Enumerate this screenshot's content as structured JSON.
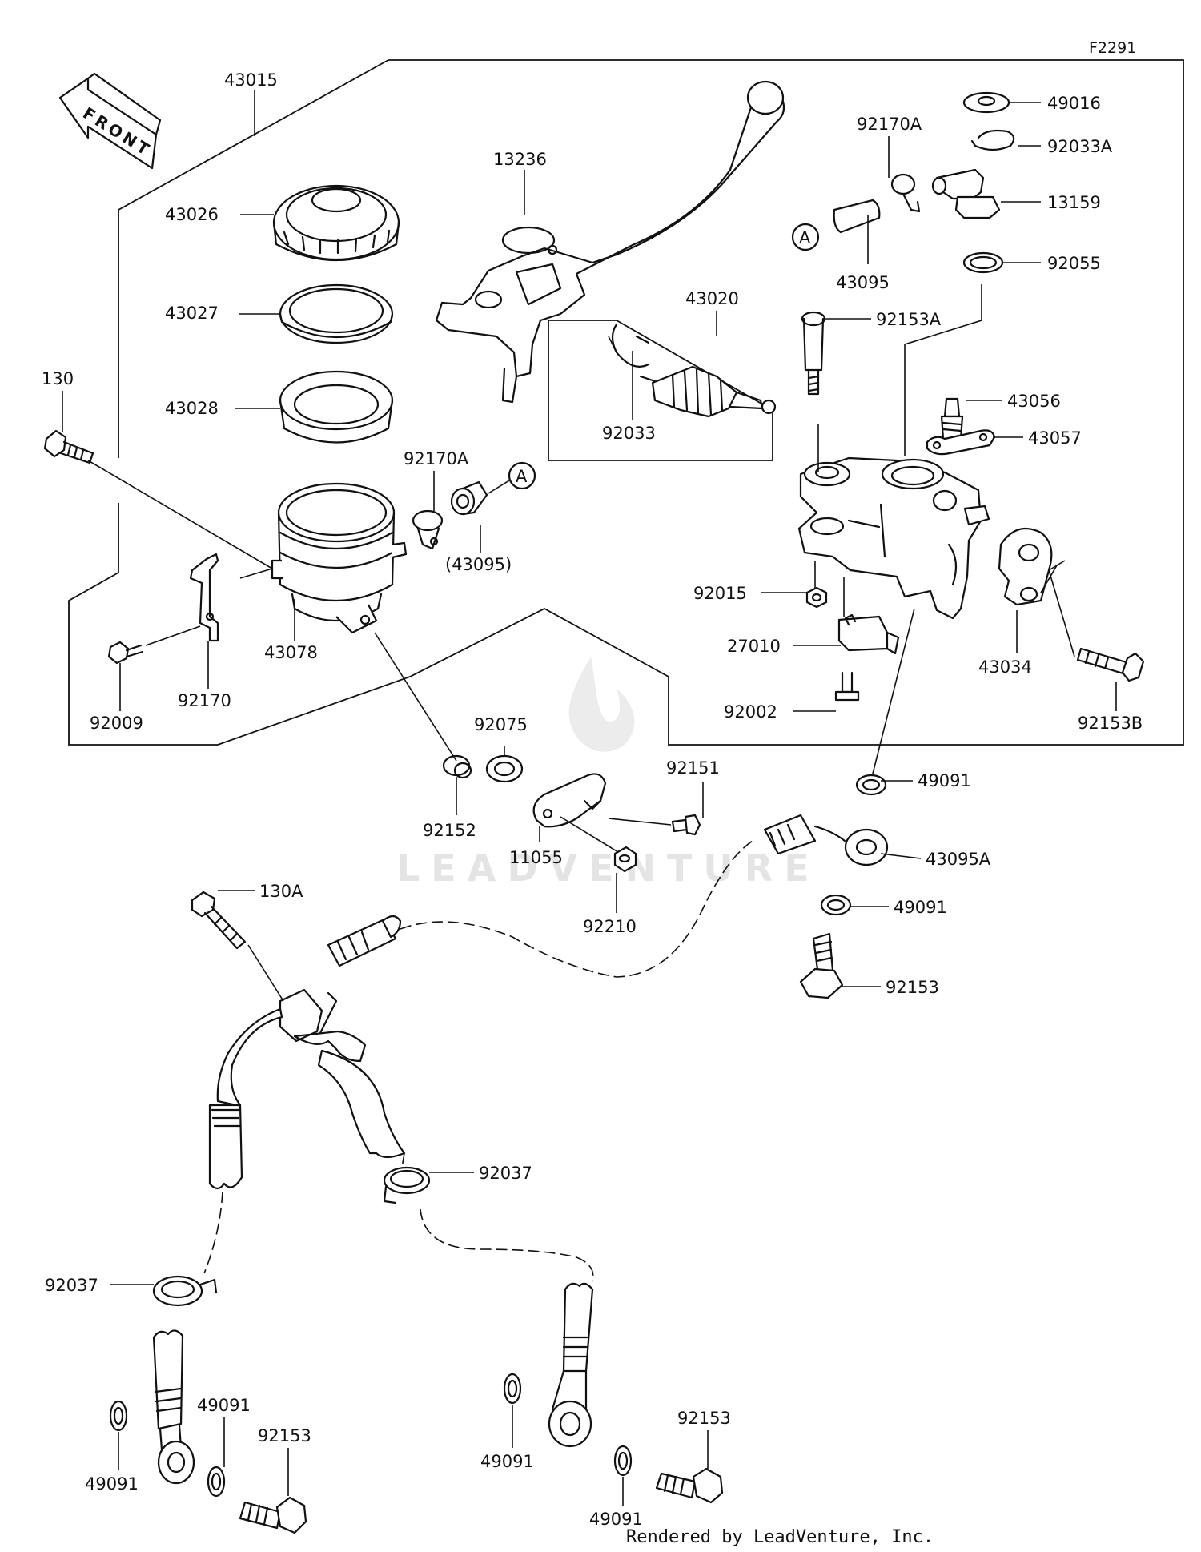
{
  "figure_code": "F2291",
  "front_marker": "FRONT",
  "callout_letter": "A",
  "watermark": "LEADVENTURE",
  "footer": "Rendered by LeadVenture, Inc.",
  "labels": {
    "p43015": "43015",
    "p43026": "43026",
    "p43027": "43027",
    "p43028": "43028",
    "p130": "130",
    "p92170A_left": "92170A",
    "p43095_paren": "(43095)",
    "p43078": "43078",
    "p92009": "92009",
    "p92170": "92170",
    "p13236": "13236",
    "p43020": "43020",
    "p92033": "92033",
    "p92170A_right": "92170A",
    "p43095": "43095",
    "p49016": "49016",
    "p92033A": "92033A",
    "p13159": "13159",
    "p92055": "92055",
    "p92153A": "92153A",
    "p43056": "43056",
    "p43057": "43057",
    "p92015": "92015",
    "p27010": "27010",
    "p92002": "92002",
    "p43034": "43034",
    "p92153B": "92153B",
    "p49091_a": "49091",
    "p92075": "92075",
    "p92151": "92151",
    "p92152": "92152",
    "p11055": "11055",
    "p92210": "92210",
    "p43095A": "43095A",
    "p49091_b": "49091",
    "p92153_a": "92153",
    "p130A": "130A",
    "p92037_a": "92037",
    "p92037_b": "92037",
    "p49091_c": "49091",
    "p49091_d": "49091",
    "p92153_b": "92153",
    "p49091_e": "49091",
    "p49091_f": "49091",
    "p92153_c": "92153"
  }
}
